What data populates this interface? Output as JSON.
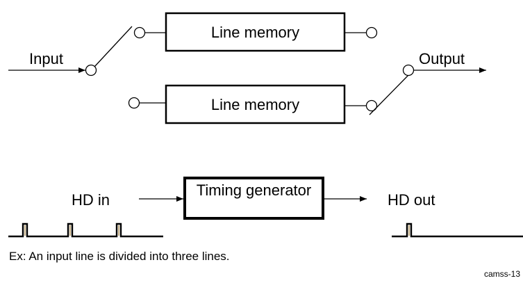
{
  "diagram": {
    "input_label": "Input",
    "output_label": "Output",
    "memory_top_label": "Line memory",
    "memory_bottom_label": "Line memory",
    "hd_in_label": "HD in",
    "timing_label": "Timing generator",
    "hd_out_label": "HD out",
    "caption": "Ex:  An input line is divided into three lines.",
    "ref_code": "camss-13",
    "colors": {
      "line": "#000000",
      "pulse_fill": "#c8b48c"
    }
  }
}
